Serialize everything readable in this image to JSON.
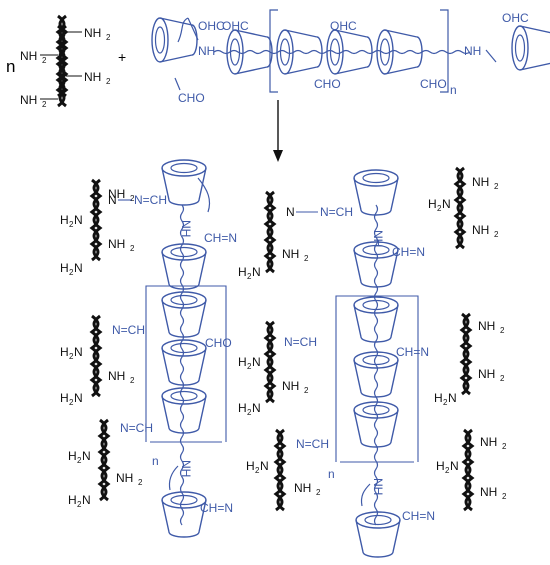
{
  "labels": {
    "amine": "NH",
    "amine_h2n": "H",
    "amine_n": "N",
    "sub2": "2",
    "n": "n",
    "plus": "+",
    "aldehyde_ohc": "OHC",
    "aldehyde_cho": "CHO",
    "imine_n_ch": "N=CH",
    "imine_ch_n": "CH=N",
    "nh_link": "NH",
    "bracket_n": "n"
  },
  "colors": {
    "chain_black": "#111111",
    "polymer_blue": "#3f5aa8"
  }
}
